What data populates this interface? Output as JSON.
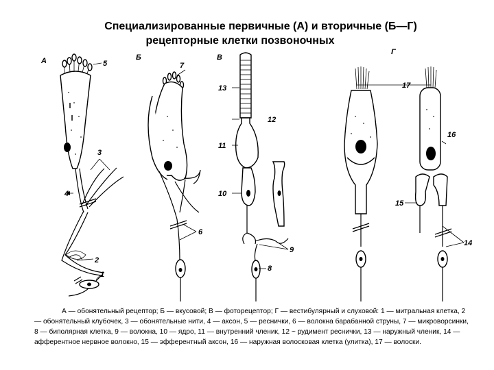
{
  "title": {
    "line1": "Специализированные первичные (А) и вторичные (Б—Г)",
    "line2": "рецепторные клетки позвоночных"
  },
  "panels": {
    "a": "А",
    "b": "Б",
    "v": "В",
    "g": "Г"
  },
  "numbers": {
    "n1": "1",
    "n2": "2",
    "n3": "3",
    "n4": "4",
    "n5": "5",
    "n6": "6",
    "n7": "7",
    "n8": "8",
    "n9": "9",
    "n10": "10",
    "n11": "11",
    "n12": "12",
    "n13": "13",
    "n14": "14",
    "n15": "15",
    "n16": "16",
    "n17": "17"
  },
  "caption": "А — обонятельный рецептор; Б — вкусовой; В — фоторецептор; Г — вестибулярный и слуховой: 1 — митральная клетка, 2 — обонятельный клубочек, 3 — обонятельные нити, 4 — аксон, 5 — реснички, 6 — волокна барабанной струны, 7 — микроворсинки, 8 — биполярная клетка, 9 — волокна, 10 — ядро, 11 — внутренний членик, 12 ~ рудимент реснички, 13 — наружный членик, 14 — афферентное нервное волокно, 15 — эфферентный аксон, 16 — наружная волосковая клетка (улитка), 17 — волоски."
}
